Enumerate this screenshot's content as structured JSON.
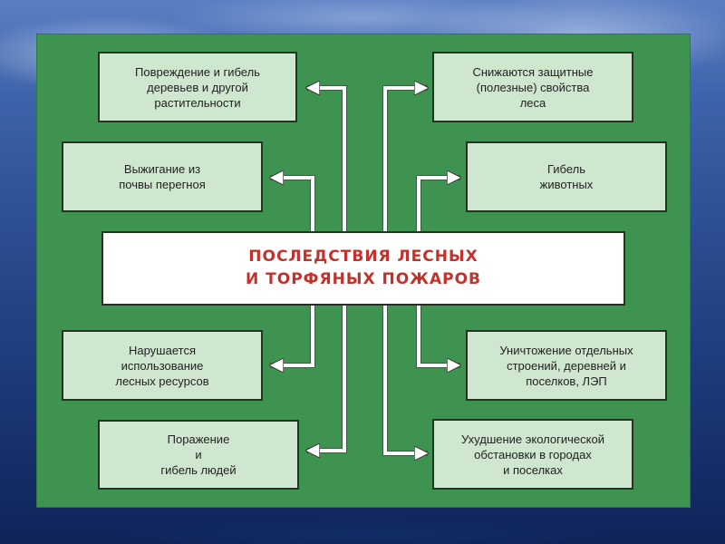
{
  "colors": {
    "panel": "#3f9350",
    "box_fill": "#cfe6cf",
    "box_border": "#223322",
    "title_text": "#c4312b",
    "arrow": "#ffffff"
  },
  "center": {
    "title": "ПОСЛЕДСТВИЯ ЛЕСНЫХ\nИ ТОРФЯНЫХ ПОЖАРОВ"
  },
  "left_boxes": [
    {
      "text": "Повреждение и гибель\nдеревьев и другой\nрастительности"
    },
    {
      "text": "Выжигание из\nпочвы перегноя"
    },
    {
      "text": "Нарушается\nиспользование\nлесных ресурсов"
    },
    {
      "text": "Поражение\nи\nгибель людей"
    }
  ],
  "right_boxes": [
    {
      "text": "Снижаются защитные\n(полезные) свойства\nлеса"
    },
    {
      "text": "Гибель\nживотных"
    },
    {
      "text": "Уничтожение отдельных\nстроений, деревней и\nпоселков, ЛЭП"
    },
    {
      "text": "Ухудшение экологической\nобстановки в городах\nи поселках"
    }
  ]
}
